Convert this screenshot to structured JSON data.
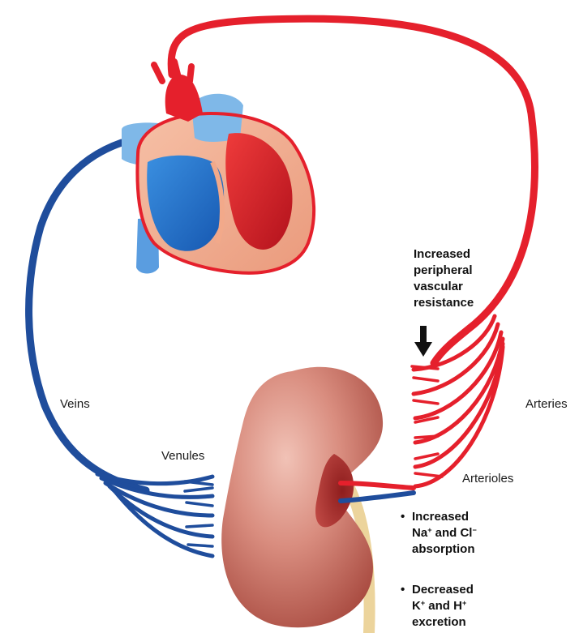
{
  "labels": {
    "veins": "Veins",
    "venules": "Venules",
    "arteries": "Arteries",
    "arterioles": "Arterioles"
  },
  "resistance": {
    "lines": [
      "Increased",
      "peripheral",
      "vascular",
      "resistance"
    ]
  },
  "effects": {
    "absorption": {
      "line1": "Increased",
      "line2_a": "Na",
      "line2_sup1": "+",
      "line2_b": " and Cl",
      "line2_sup2": "−",
      "line3": "absorption"
    },
    "excretion": {
      "line1": "Decreased",
      "line2_a": "K",
      "line2_sup1": "+",
      "line2_b": " and H",
      "line2_sup2": "+",
      "line3": "excretion"
    },
    "bullet": "•"
  },
  "colors": {
    "artery_red": "#e5202c",
    "vein_blue": "#1f4d9c",
    "heart_light_blue": "#7fb8e8",
    "heart_blue": "#1e6fc8",
    "heart_pink": "#f2a98a",
    "kidney": "#c96a5c",
    "ureter": "#ecd49c"
  }
}
